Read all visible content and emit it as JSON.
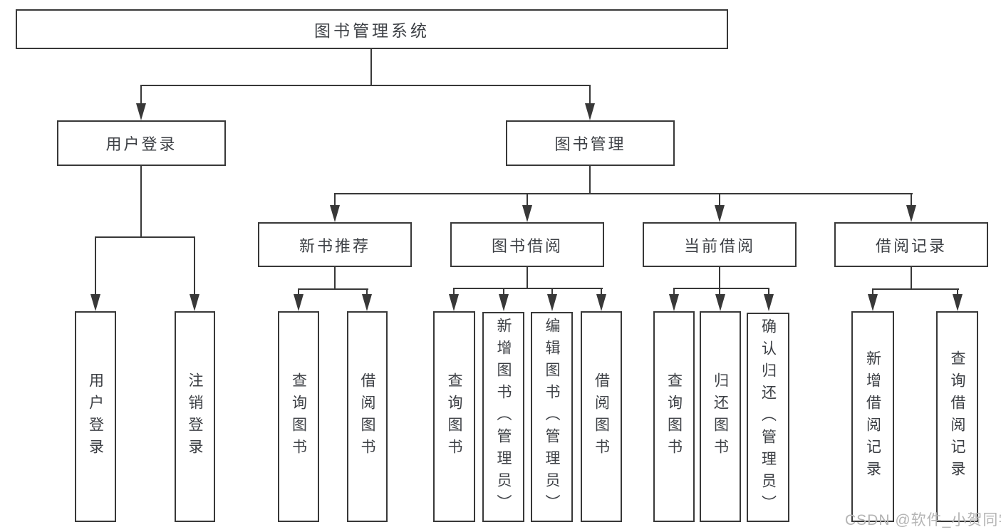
{
  "diagram_title": "图书管理系统",
  "nodes": {
    "root": "图书管理系统",
    "user_login": "用户登录",
    "book_management": "图书管理",
    "new_book_recommend": "新书推荐",
    "book_borrowing": "图书借阅",
    "current_borrowing": "当前借阅",
    "borrowing_records": "借阅记录",
    "leaf_user_login": "用户登录",
    "leaf_logout": "注销登录",
    "leaf_query_book_a": "查询图书",
    "leaf_borrow_book_a": "借阅图书",
    "leaf_query_book_b": "查询图书",
    "leaf_add_book": "新增图书（管理员）",
    "leaf_edit_book": "编辑图书（管理员）",
    "leaf_borrow_book_b": "借阅图书",
    "leaf_query_book_c": "查询图书",
    "leaf_return_book": "归还图书",
    "leaf_confirm_return": "确认归还（管理员）",
    "leaf_add_record": "新增借阅记录",
    "leaf_query_record": "查询借阅记录"
  },
  "hierarchy": {
    "图书管理系统": {
      "用户登录": [
        "用户登录",
        "注销登录"
      ],
      "图书管理": {
        "新书推荐": [
          "查询图书",
          "借阅图书"
        ],
        "图书借阅": [
          "查询图书",
          "新增图书（管理员）",
          "编辑图书（管理员）",
          "借阅图书"
        ],
        "当前借阅": [
          "查询图书",
          "归还图书",
          "确认归还（管理员）"
        ],
        "借阅记录": [
          "新增借阅记录",
          "查询借阅记录"
        ]
      }
    }
  },
  "watermark": "CSDN @软件_小贺同学",
  "colors": {
    "line": "#383838",
    "text": "#3d4045",
    "watermark": "#b4b4b4",
    "background": "#ffffff"
  }
}
